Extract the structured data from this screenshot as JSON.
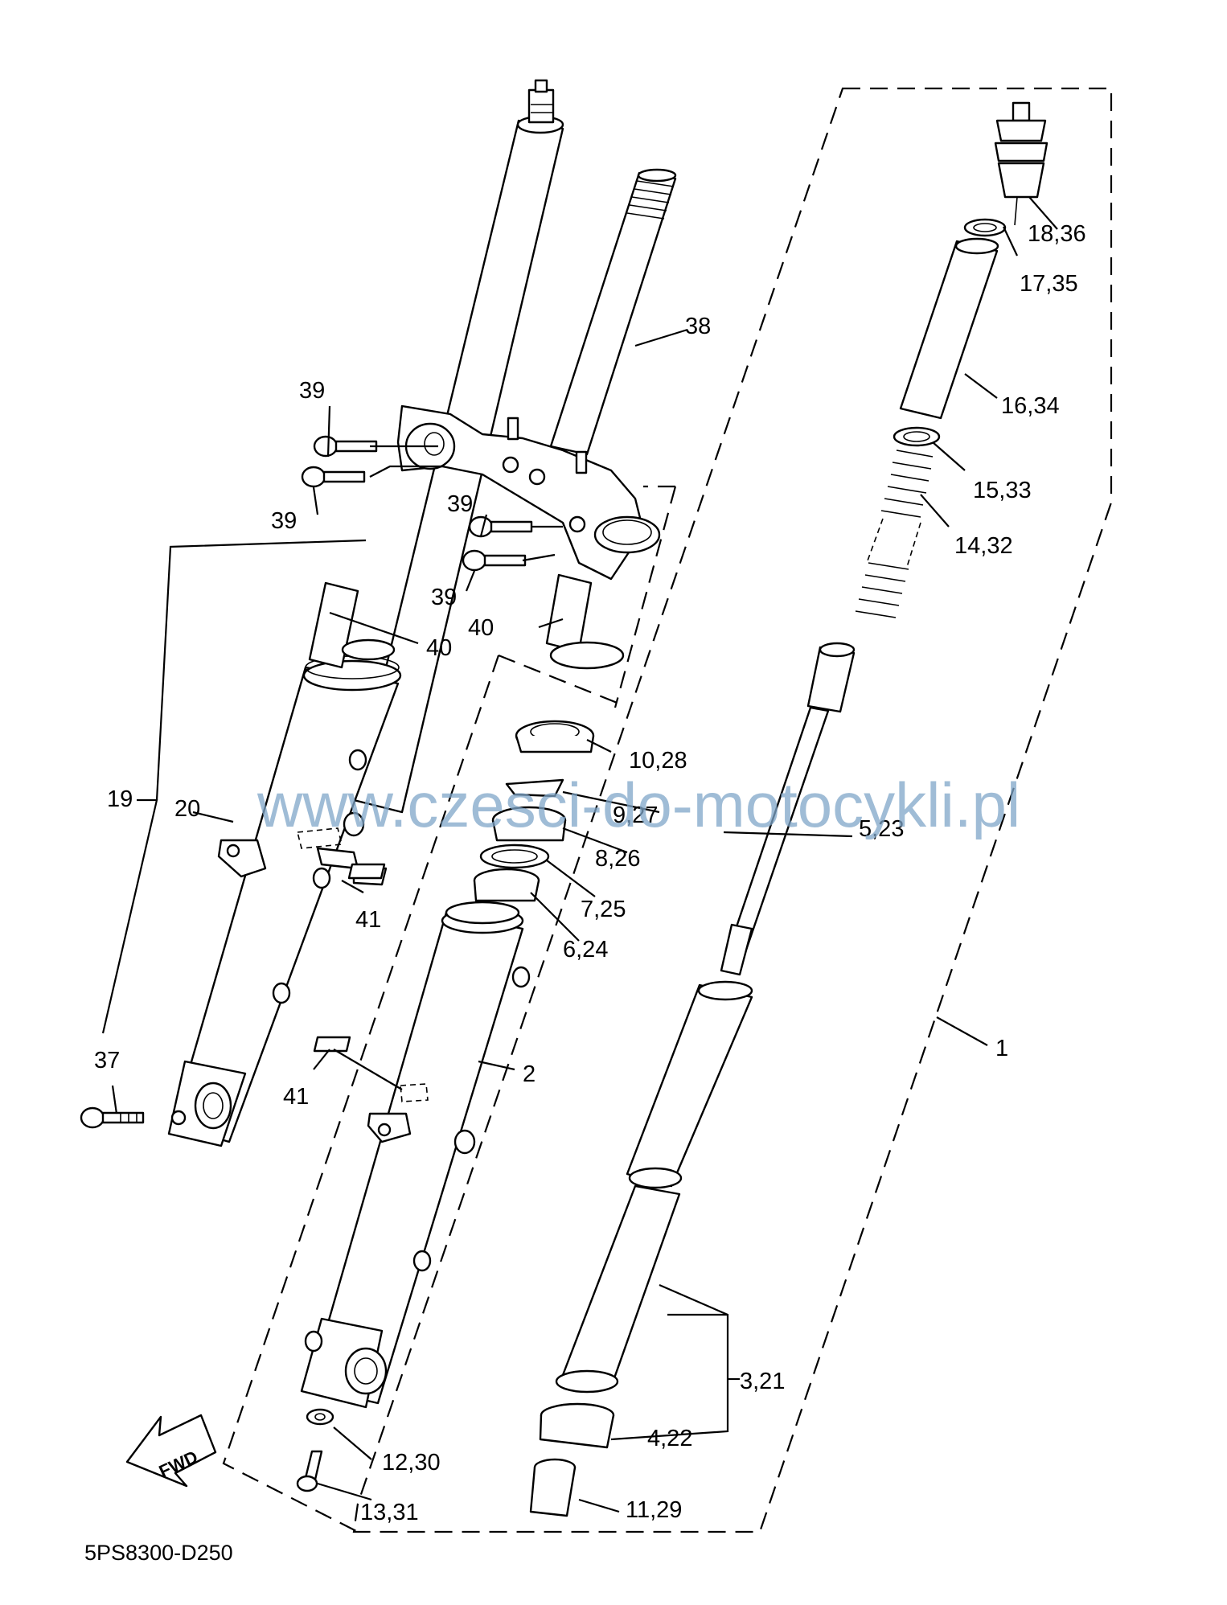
{
  "diagram": {
    "callouts": {
      "c1": "1",
      "c2": "2",
      "c3_21": "3,21",
      "c4_22": "4,22",
      "c5_23": "5,23",
      "c6_24": "6,24",
      "c7_25": "7,25",
      "c8_26": "8,26",
      "c9_27": "9,27",
      "c10_28": "10,28",
      "c11_29": "11,29",
      "c12_30": "12,30",
      "c13_31": "13,31",
      "c14_32": "14,32",
      "c15_33": "15,33",
      "c16_34": "16,34",
      "c17_35": "17,35",
      "c18_36": "18,36",
      "c19": "19",
      "c20": "20",
      "c37": "37",
      "c38": "38",
      "c39a": "39",
      "c39b": "39",
      "c39c": "39",
      "c39d": "39",
      "c40a": "40",
      "c40b": "40",
      "c41a": "41",
      "c41b": "41"
    },
    "watermark": "www.czesci-do-motocykli.pl",
    "fwd_label": "FWD",
    "drawing_code": "5PS8300-D250"
  }
}
